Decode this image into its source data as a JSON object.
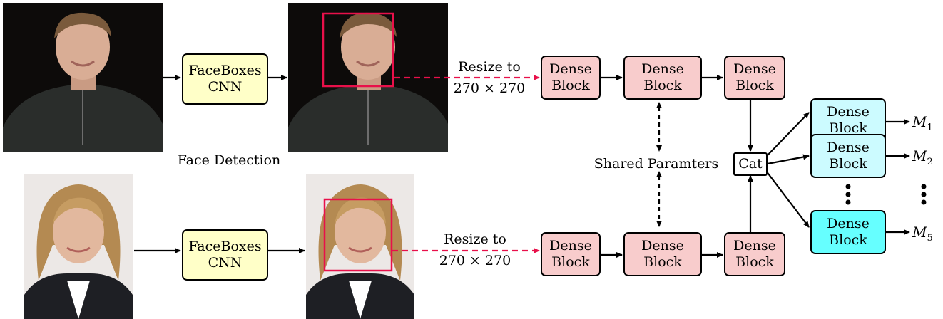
{
  "faceboxes": {
    "line1": "FaceBoxes",
    "line2": "CNN"
  },
  "dense": {
    "line1": "Dense",
    "line2": "Block"
  },
  "resize": {
    "line1": "Resize to",
    "line2": "270 × 270"
  },
  "face_detection_label": "Face Detection",
  "shared_label": "Shared Paramters",
  "cat_label": "Cat",
  "outputs": [
    {
      "var": "M",
      "sub": "1"
    },
    {
      "var": "M",
      "sub": "2"
    },
    {
      "var": "M",
      "sub": "5"
    }
  ],
  "colors": {
    "faceboxes_fill": "#ffffc8",
    "dense_fill": "#f8cccc",
    "dense_light_cyan": "#ccfbff",
    "dense_cyan": "#66ffff",
    "detection_box": "#e8104a",
    "dashed_arrow": "#e8104a"
  }
}
